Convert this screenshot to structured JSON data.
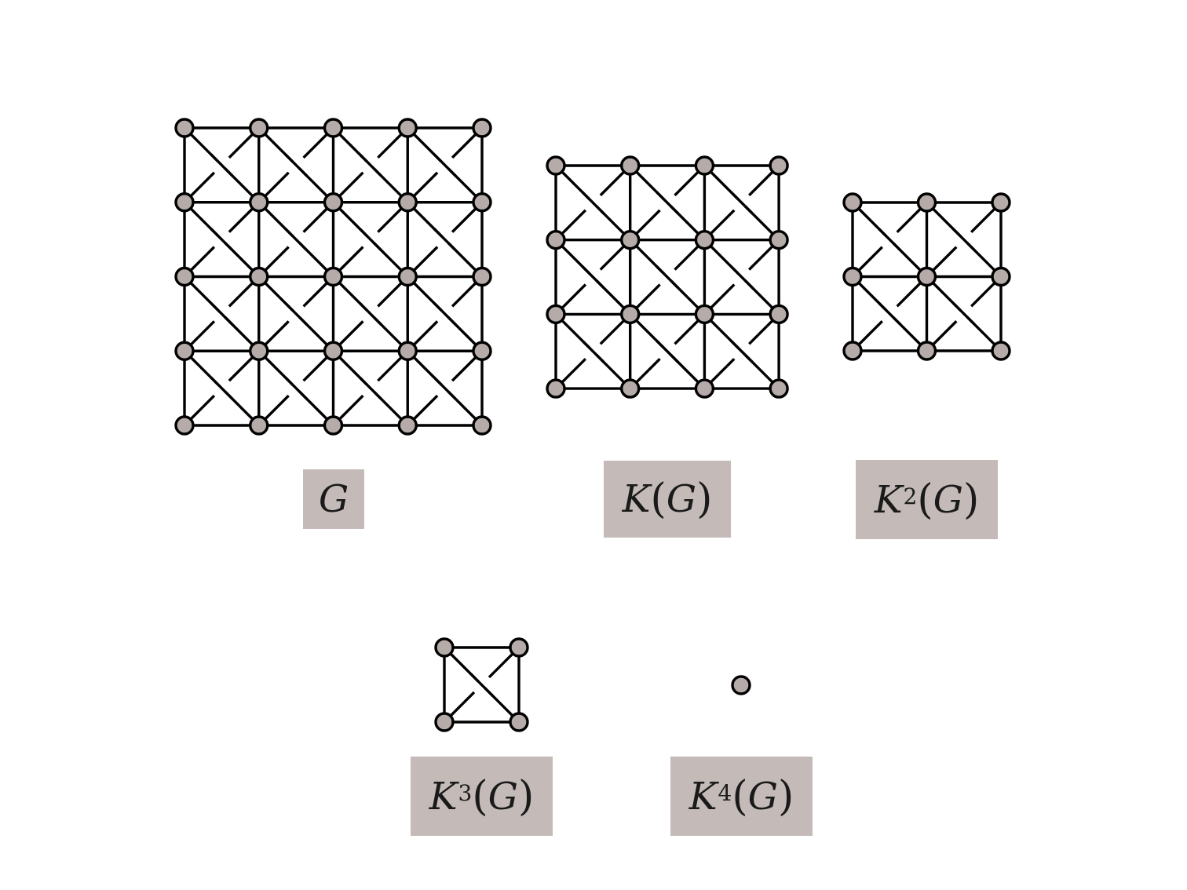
{
  "colors": {
    "node_fill": "#b5aba8",
    "label_bg": "#c4bbb8",
    "edge": "#000000"
  },
  "graphs": [
    {
      "id": "G",
      "grid": 5,
      "diagonals": "X"
    },
    {
      "id": "K(G)",
      "grid": 4,
      "diagonals": "X"
    },
    {
      "id": "K2(G)",
      "grid": 3,
      "diagonals": "X"
    },
    {
      "id": "K3(G)",
      "grid": 2,
      "diagonals": "X"
    },
    {
      "id": "K4(G)",
      "grid": 1,
      "diagonals": "none"
    }
  ],
  "labels": {
    "g": {
      "base": "G"
    },
    "kg": {
      "base": "K",
      "open": "(",
      "arg": "G",
      "close": ")"
    },
    "k2g": {
      "base": "K",
      "exp": "2",
      "open": "(",
      "arg": "G",
      "close": ")"
    },
    "k3g": {
      "base": "K",
      "exp": "3",
      "open": "(",
      "arg": "G",
      "close": ")"
    },
    "k4g": {
      "base": "K",
      "exp": "4",
      "open": "(",
      "arg": "G",
      "close": ")"
    }
  }
}
